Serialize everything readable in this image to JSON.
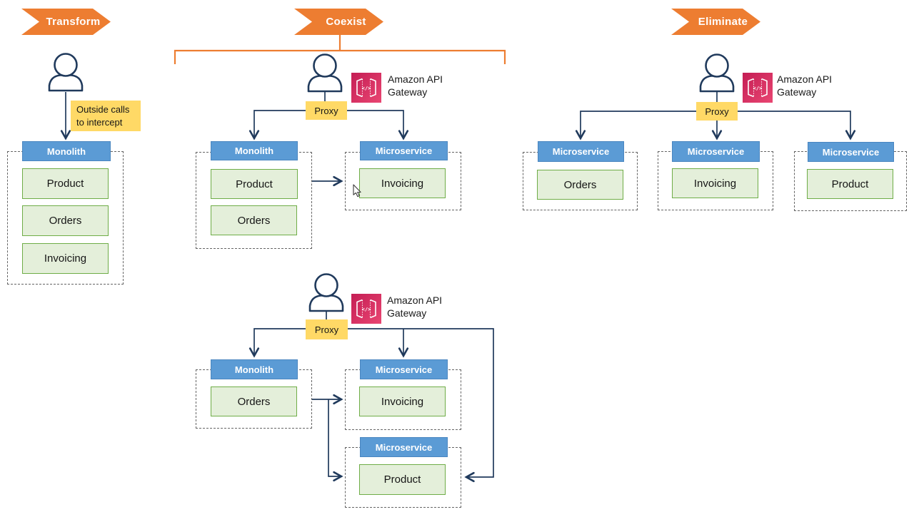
{
  "banners": {
    "transform": "Transform",
    "coexist": "Coexist",
    "eliminate": "Eliminate"
  },
  "common": {
    "monolith": "Monolith",
    "microservice": "Microservice",
    "proxy": "Proxy",
    "gateway_line1": "Amazon API",
    "gateway_line2": "Gateway"
  },
  "transform": {
    "note_line1": "Outside calls",
    "note_line2": "to intercept",
    "modules": [
      "Product",
      "Orders",
      "Invoicing"
    ]
  },
  "coexist_a": {
    "monolith_modules": [
      "Product",
      "Orders"
    ],
    "microservice_module": "Invoicing"
  },
  "coexist_b": {
    "monolith_module": "Orders",
    "microservice1_module": "Invoicing",
    "microservice2_module": "Product"
  },
  "eliminate": {
    "modules": [
      "Orders",
      "Invoicing",
      "Product"
    ]
  },
  "colors": {
    "banner_orange": "#ED7D31",
    "header_blue": "#5B9BD5",
    "module_green_fill": "#E4EFDA",
    "module_green_border": "#6FAD47",
    "note_yellow": "#FFD966",
    "connector_navy": "#203A5C",
    "gateway_pink": "#D9295B"
  }
}
